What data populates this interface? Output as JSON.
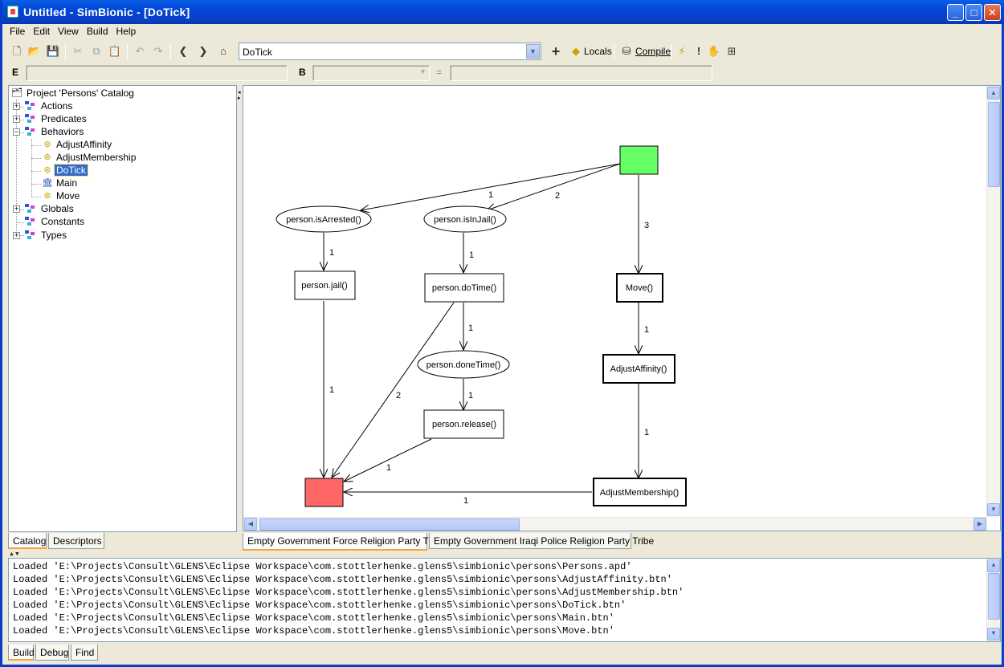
{
  "window": {
    "title": "Untitled - SimBionic - [DoTick]"
  },
  "menu": [
    "File",
    "Edit",
    "View",
    "Build",
    "Help"
  ],
  "toolbar": {
    "behavior_combo_value": "DoTick",
    "locals_label": "Locals",
    "compile_label": "Compile"
  },
  "expr": {
    "e_label": "E",
    "b_label": "B",
    "eq_label": "="
  },
  "catalog": {
    "root": "Project 'Persons' Catalog",
    "actions": "Actions",
    "predicates": "Predicates",
    "behaviors": "Behaviors",
    "behavior_items": [
      "AdjustAffinity",
      "AdjustMembership",
      "DoTick",
      "Main",
      "Move"
    ],
    "selected": "DoTick",
    "globals": "Globals",
    "constants": "Constants",
    "types": "Types"
  },
  "left_tabs": [
    "Catalog",
    "Descriptors"
  ],
  "canvas": {
    "nodes": {
      "is_arrested": "person.isArrested()",
      "is_in_jail": "person.isInJail()",
      "jail": "person.jail()",
      "do_time": "person.doTime()",
      "done_time": "person.doneTime()",
      "release": "person.release()",
      "move": "Move()",
      "adjust_affinity": "AdjustAffinity()",
      "adjust_membership": "AdjustMembership()"
    },
    "edge_labels": {
      "start_to_arrested": "1",
      "start_to_injail": "2",
      "start_to_move": "3",
      "arrested_to_jail": "1",
      "injail_to_dotime": "1",
      "jail_to_end": "1",
      "dotime_to_end": "2",
      "dotime_to_donetime": "1",
      "donetime_to_release": "1",
      "release_to_end": "1",
      "move_to_affinity": "1",
      "affinity_to_membership": "1",
      "membership_to_end": "1"
    },
    "colors": {
      "start": "#66ff66",
      "end": "#ff6666"
    }
  },
  "canvas_tabs": [
    "Empty Government Force Religion Party Tribe",
    "Empty Government Iraqi Police Religion Party Tribe"
  ],
  "output_lines": [
    "Loaded 'E:\\Projects\\Consult\\GLENS\\Eclipse Workspace\\com.stottlerhenke.glens5\\simbionic\\persons\\Persons.apd'",
    "Loaded 'E:\\Projects\\Consult\\GLENS\\Eclipse Workspace\\com.stottlerhenke.glens5\\simbionic\\persons\\AdjustAffinity.btn'",
    "Loaded 'E:\\Projects\\Consult\\GLENS\\Eclipse Workspace\\com.stottlerhenke.glens5\\simbionic\\persons\\AdjustMembership.btn'",
    "Loaded 'E:\\Projects\\Consult\\GLENS\\Eclipse Workspace\\com.stottlerhenke.glens5\\simbionic\\persons\\DoTick.btn'",
    "Loaded 'E:\\Projects\\Consult\\GLENS\\Eclipse Workspace\\com.stottlerhenke.glens5\\simbionic\\persons\\Main.btn'",
    "Loaded 'E:\\Projects\\Consult\\GLENS\\Eclipse Workspace\\com.stottlerhenke.glens5\\simbionic\\persons\\Move.btn'"
  ],
  "bottom_tabs": [
    "Build",
    "Debug",
    "Find"
  ]
}
